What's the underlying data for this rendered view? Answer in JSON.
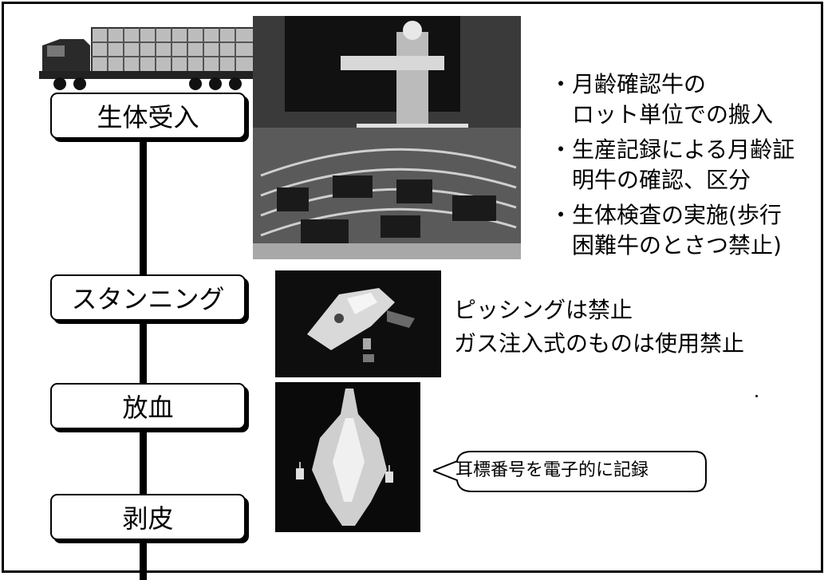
{
  "steps": [
    {
      "label": "生体受入"
    },
    {
      "label": "スタンニング"
    },
    {
      "label": "放血"
    },
    {
      "label": "剥皮"
    }
  ],
  "receiving_notes": [
    "月齢確認牛の\nロット単位での搬入",
    "生産記録による月齢証\n明牛の確認、区分",
    "生体検査の実施(歩行\n困難牛のとさつ禁止)"
  ],
  "stunning_notes": {
    "line1": "ピッシングは禁止",
    "line2": "ガス注入式のものは使用禁止"
  },
  "callout": {
    "label": "耳標番号を電子的に記録"
  }
}
